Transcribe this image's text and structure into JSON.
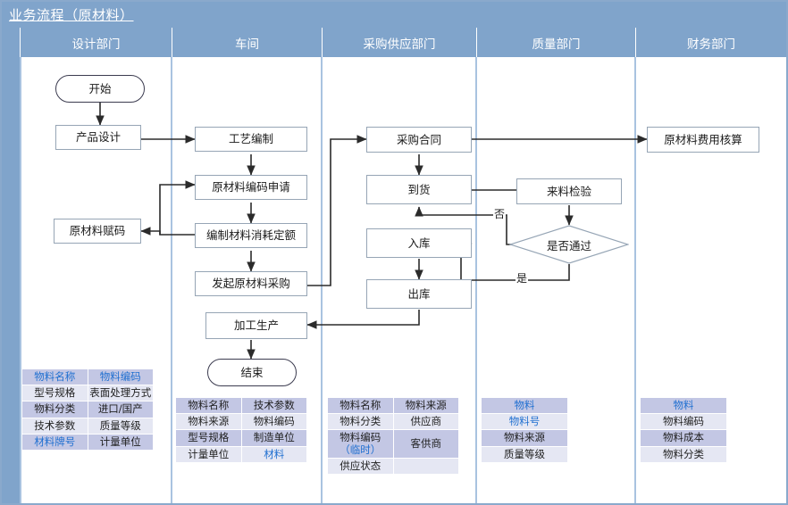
{
  "title": "业务流程（原材料）",
  "theme": {
    "header_blue": "#80a4cb",
    "lane_divider": "#a9c3e0",
    "table_row_odd": "#c3c7e4",
    "table_row_even": "#e5e7f3",
    "highlight_text": "#1f6fd0"
  },
  "lanes": [
    {
      "id": "design",
      "label": "设计部门"
    },
    {
      "id": "workshop",
      "label": "车间"
    },
    {
      "id": "purchase",
      "label": "采购供应部门"
    },
    {
      "id": "quality",
      "label": "质量部门"
    },
    {
      "id": "finance",
      "label": "财务部门"
    }
  ],
  "nodes": {
    "start": "开始",
    "product_design": "产品设计",
    "material_code": "原材料赋码",
    "process_plan": "工艺编制",
    "code_request": "原材料编码申请",
    "consumption": "编制材料消耗定额",
    "initiate_buy": "发起原材料采购",
    "production": "加工生产",
    "end": "结束",
    "contract": "采购合同",
    "arrival": "到货",
    "stock_in": "入库",
    "stock_out": "出库",
    "incoming_insp": "来料检验",
    "decision": "是否通过",
    "cost_account": "原材料费用核算"
  },
  "edge_labels": {
    "no": "否",
    "yes": "是"
  },
  "tables": {
    "design": {
      "rows": [
        {
          "shade": "odd",
          "cells": [
            {
              "text": "物料名称",
              "blue": true
            },
            {
              "text": "物料编码",
              "blue": true
            }
          ]
        },
        {
          "shade": "even",
          "cells": [
            {
              "text": "型号规格",
              "blue": false
            },
            {
              "text": "表面处理方式",
              "blue": false
            }
          ]
        },
        {
          "shade": "odd",
          "cells": [
            {
              "text": "物料分类",
              "blue": false
            },
            {
              "text": "进口/国产",
              "blue": false
            }
          ]
        },
        {
          "shade": "even",
          "cells": [
            {
              "text": "技术参数",
              "blue": false
            },
            {
              "text": "质量等级",
              "blue": false
            }
          ]
        },
        {
          "shade": "odd",
          "cells": [
            {
              "text": "材料牌号",
              "blue": true
            },
            {
              "text": "计量单位",
              "blue": false
            }
          ]
        }
      ]
    },
    "workshop": {
      "rows": [
        {
          "shade": "odd",
          "cells": [
            {
              "text": "物料名称",
              "blue": false
            },
            {
              "text": "技术参数",
              "blue": false
            }
          ]
        },
        {
          "shade": "even",
          "cells": [
            {
              "text": "物料来源",
              "blue": false
            },
            {
              "text": "物料编码",
              "blue": false
            }
          ]
        },
        {
          "shade": "odd",
          "cells": [
            {
              "text": "型号规格",
              "blue": false
            },
            {
              "text": "制造单位",
              "blue": false
            }
          ]
        },
        {
          "shade": "even",
          "cells": [
            {
              "text": "计量单位",
              "blue": false
            },
            {
              "text": "材料",
              "blue": true
            }
          ]
        }
      ]
    },
    "purchase": {
      "rows": [
        {
          "shade": "odd",
          "cells": [
            {
              "text": "物料名称",
              "blue": false
            },
            {
              "text": "物料来源",
              "blue": false
            }
          ]
        },
        {
          "shade": "even",
          "cells": [
            {
              "text": "物料分类",
              "blue": false
            },
            {
              "text": "供应商",
              "blue": false
            }
          ]
        },
        {
          "shade": "odd",
          "cells": [
            {
              "text": "物料编码（临时）",
              "blue": false,
              "split": [
                "物料编码",
                "（临时）"
              ]
            },
            {
              "text": "客供商",
              "blue": false
            }
          ]
        },
        {
          "shade": "even",
          "cells": [
            {
              "text": "供应状态",
              "blue": false
            },
            {
              "text": "",
              "blue": false,
              "empty": true
            }
          ]
        }
      ]
    },
    "quality": {
      "rows": [
        {
          "shade": "odd",
          "cells": [
            {
              "text": "物料",
              "blue": true
            }
          ]
        },
        {
          "shade": "even",
          "cells": [
            {
              "text": "物料号",
              "blue": true
            }
          ]
        },
        {
          "shade": "odd",
          "cells": [
            {
              "text": "物料来源",
              "blue": false
            }
          ]
        },
        {
          "shade": "even",
          "cells": [
            {
              "text": "质量等级",
              "blue": false
            }
          ]
        }
      ]
    },
    "finance": {
      "rows": [
        {
          "shade": "odd",
          "cells": [
            {
              "text": "物料",
              "blue": true
            }
          ]
        },
        {
          "shade": "even",
          "cells": [
            {
              "text": "物料编码",
              "blue": false
            }
          ]
        },
        {
          "shade": "odd",
          "cells": [
            {
              "text": "物料成本",
              "blue": false
            }
          ]
        },
        {
          "shade": "even",
          "cells": [
            {
              "text": "物料分类",
              "blue": false
            }
          ]
        }
      ]
    }
  }
}
